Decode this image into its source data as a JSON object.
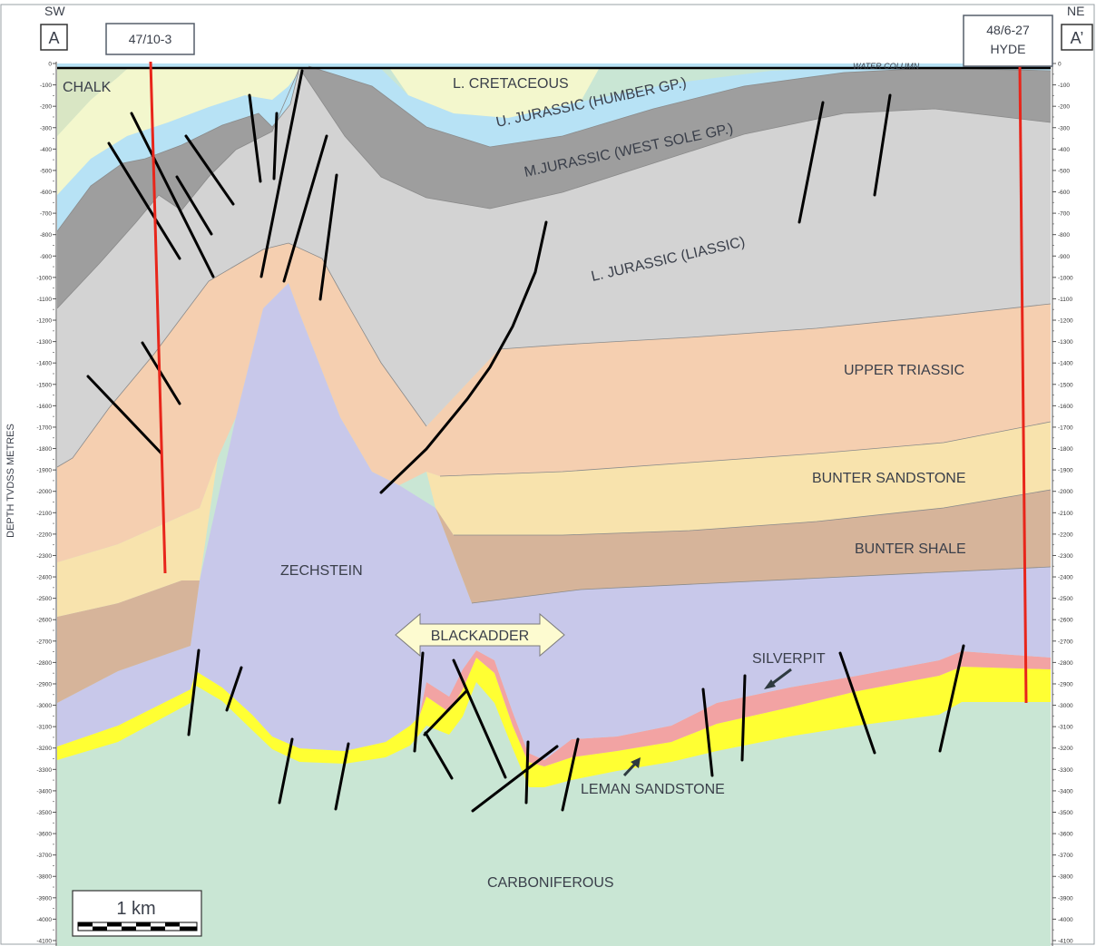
{
  "header": {
    "left_direction": "SW",
    "right_direction": "NE",
    "left_marker": "A",
    "right_marker": "A’",
    "left_well": "47/10-3",
    "right_well_line1": "48/6-27",
    "right_well_line2": "HYDE",
    "water_column": "WATER COLUMN"
  },
  "axis": {
    "label": "DEPTH TVDSS METRES",
    "left_ticks": [
      "0",
      "-100",
      "-200",
      "-300",
      "-400",
      "-500",
      "-600",
      "-700",
      "-800",
      "-900",
      "-1000",
      "-1100",
      "-1200",
      "-1300",
      "-1400",
      "-1500",
      "-1600",
      "-1700",
      "-1800",
      "-1900",
      "-2000",
      "-2100",
      "-2200",
      "-2300",
      "-2400",
      "-2500",
      "-2600",
      "-2700",
      "-2800",
      "-2900",
      "-3000",
      "-3100",
      "-3200",
      "-3300",
      "-3400",
      "-3500",
      "-3600",
      "-3700",
      "-3800",
      "-3900",
      "-4000",
      "-4100"
    ],
    "right_ticks": [
      "0",
      "-100",
      "-200",
      "-300",
      "-400",
      "-500",
      "-600",
      "-700",
      "-800",
      "-900",
      "-1000",
      "-1100",
      "-1200",
      "-1300",
      "-1400",
      "-1500",
      "-1600",
      "-1700",
      "-1800",
      "-1900",
      "-2000",
      "-2100",
      "-2200",
      "-2300",
      "-2400",
      "-2500",
      "-2600",
      "-2700",
      "-2800",
      "-2900",
      "-3000",
      "-3100",
      "-3200",
      "-3300",
      "-3400",
      "-3500",
      "-3600",
      "-3700",
      "-3800",
      "-3900",
      "-4000",
      "-4100"
    ]
  },
  "units": {
    "chalk": "CHALK",
    "l_cretaceous": "L. CRETACEOUS",
    "u_jurassic": "U. JURASSIC (HUMBER GP.)",
    "m_jurassic": "M.JURASSIC (WEST SOLE GP.)",
    "l_jurassic": "L. JURASSIC (LIASSIC)",
    "upper_triassic": "UPPER TRIASSIC",
    "bunter_sandstone": "BUNTER SANDSTONE",
    "bunter_shale": "BUNTER SHALE",
    "zechstein": "ZECHSTEIN",
    "silverpit": "SILVERPIT",
    "leman_sandstone": "LEMAN SANDSTONE",
    "carboniferous": "CARBONIFEROUS",
    "blackadder": "BLACKADDER"
  },
  "scale_bar": {
    "label": "1 km"
  },
  "colors": {
    "chalk": "#d9e6c4",
    "l_cretaceous": "#f3f7cd",
    "u_jurassic": "#b7e2f5",
    "m_jurassic": "#9e9e9e",
    "l_jurassic": "#d3d3d3",
    "upper_triassic": "#f5cfb0",
    "bunter_sandstone": "#f8e3ad",
    "bunter_shale": "#d6b49a",
    "zechstein": "#c8c8ea",
    "silverpit": "#f2a3a3",
    "leman": "#ffff33",
    "carboniferous": "#c9e6d4",
    "well_trace": "#e8261b",
    "fault": "#000000",
    "blackadder_fill": "#fdfbd0"
  }
}
